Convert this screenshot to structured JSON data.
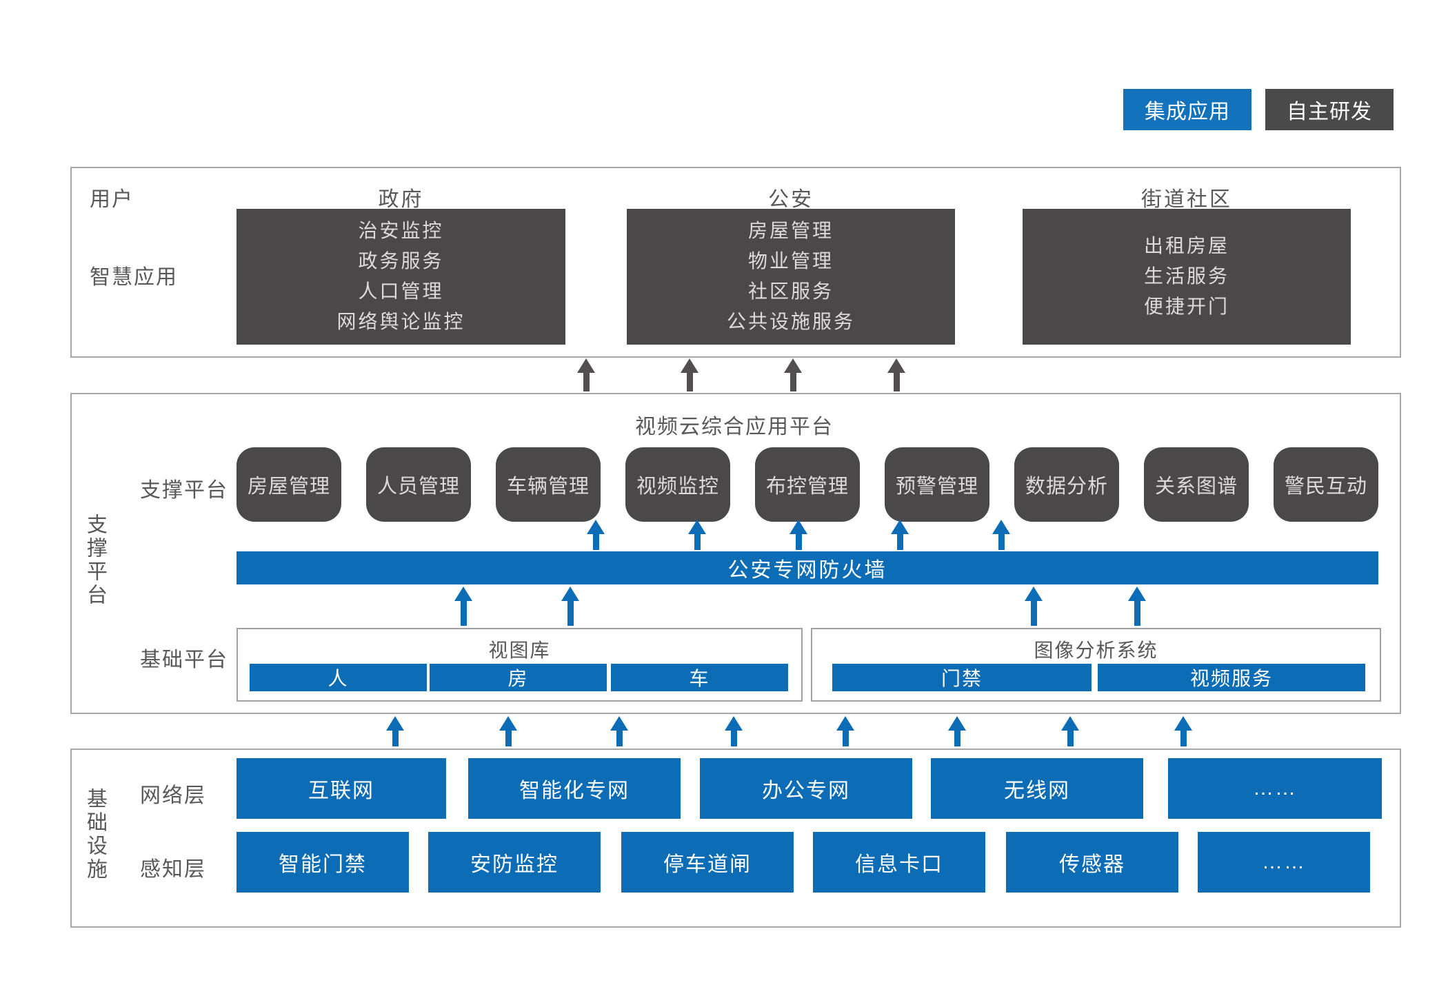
{
  "legend": {
    "integrated_label": "集成应用",
    "self_developed_label": "自主研发"
  },
  "user_section": {
    "users_label": "用户",
    "smart_apps_label": "智慧应用",
    "columns": [
      {
        "header": "政府",
        "items": [
          "治安监控",
          "政务服务",
          "人口管理",
          "网络舆论监控"
        ]
      },
      {
        "header": "公安",
        "items": [
          "房屋管理",
          "物业管理",
          "社区服务",
          "公共设施服务"
        ]
      },
      {
        "header": "街道社区",
        "items": [
          "出租房屋",
          "生活服务",
          "便捷开门"
        ]
      }
    ]
  },
  "platform_section": {
    "side_label": "支撑平台",
    "title": "视频云综合应用平台",
    "support_row_label": "支撑平台",
    "support_boxes": [
      "房屋管理",
      "人员管理",
      "车辆管理",
      "视频监控",
      "布控管理",
      "预警管理",
      "数据分析",
      "关系图谱",
      "警民互动"
    ],
    "firewall_label": "公安专网防火墙",
    "base_row_label": "基础平台",
    "base_groups": [
      {
        "header": "视图库",
        "items": [
          "人",
          "房",
          "车"
        ]
      },
      {
        "header": "图像分析系统",
        "items": [
          "门禁",
          "视频服务"
        ]
      }
    ]
  },
  "infra_section": {
    "side_label": "基础设施",
    "network_label": "网络层",
    "network_boxes": [
      "互联网",
      "智能化专网",
      "办公专网",
      "无线网",
      "……"
    ],
    "sensing_label": "感知层",
    "sensing_boxes": [
      "智能门禁",
      "安防监控",
      "停车道闸",
      "信息卡口",
      "传感器",
      "……"
    ]
  },
  "colors": {
    "blue": "#0d6cb6",
    "legend_blue": "#1272bc",
    "dark_box": "#4a4848",
    "label_gray": "#5a5757",
    "arrow_gray": "#534f50"
  }
}
